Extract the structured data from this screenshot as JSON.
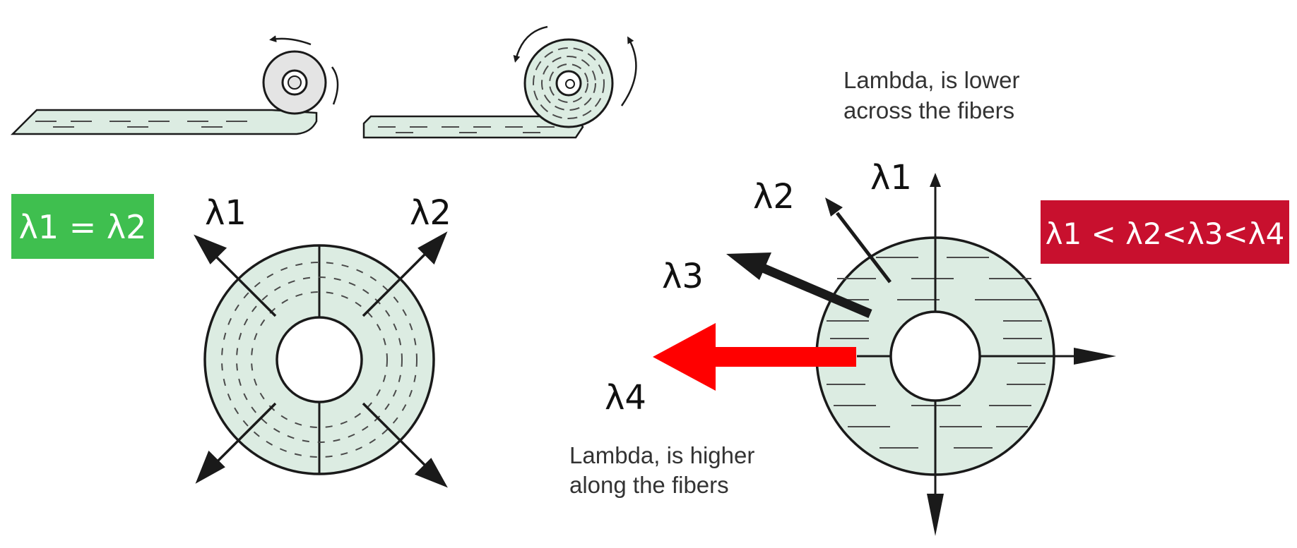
{
  "colors": {
    "fill": "#dcece2",
    "stroke": "#1a1a1a",
    "equal_badge": "#3fbf4f",
    "unequal_badge": "#c8102e",
    "lambda4_arrow": "#ff0000"
  },
  "left": {
    "badge": "λ1 = λ2",
    "label_1": "λ1",
    "label_2": "λ2"
  },
  "right": {
    "badge": "λ1 < λ2<λ3<λ4",
    "label_1": "λ1",
    "label_2": "λ2",
    "label_3": "λ3",
    "label_4": "λ4",
    "note_lower": [
      "Lambda, is lower",
      "across the fibers"
    ],
    "note_higher": [
      "Lambda, is higher",
      "along the fibers"
    ]
  },
  "icons": [
    "rotation-arrow-icon"
  ]
}
